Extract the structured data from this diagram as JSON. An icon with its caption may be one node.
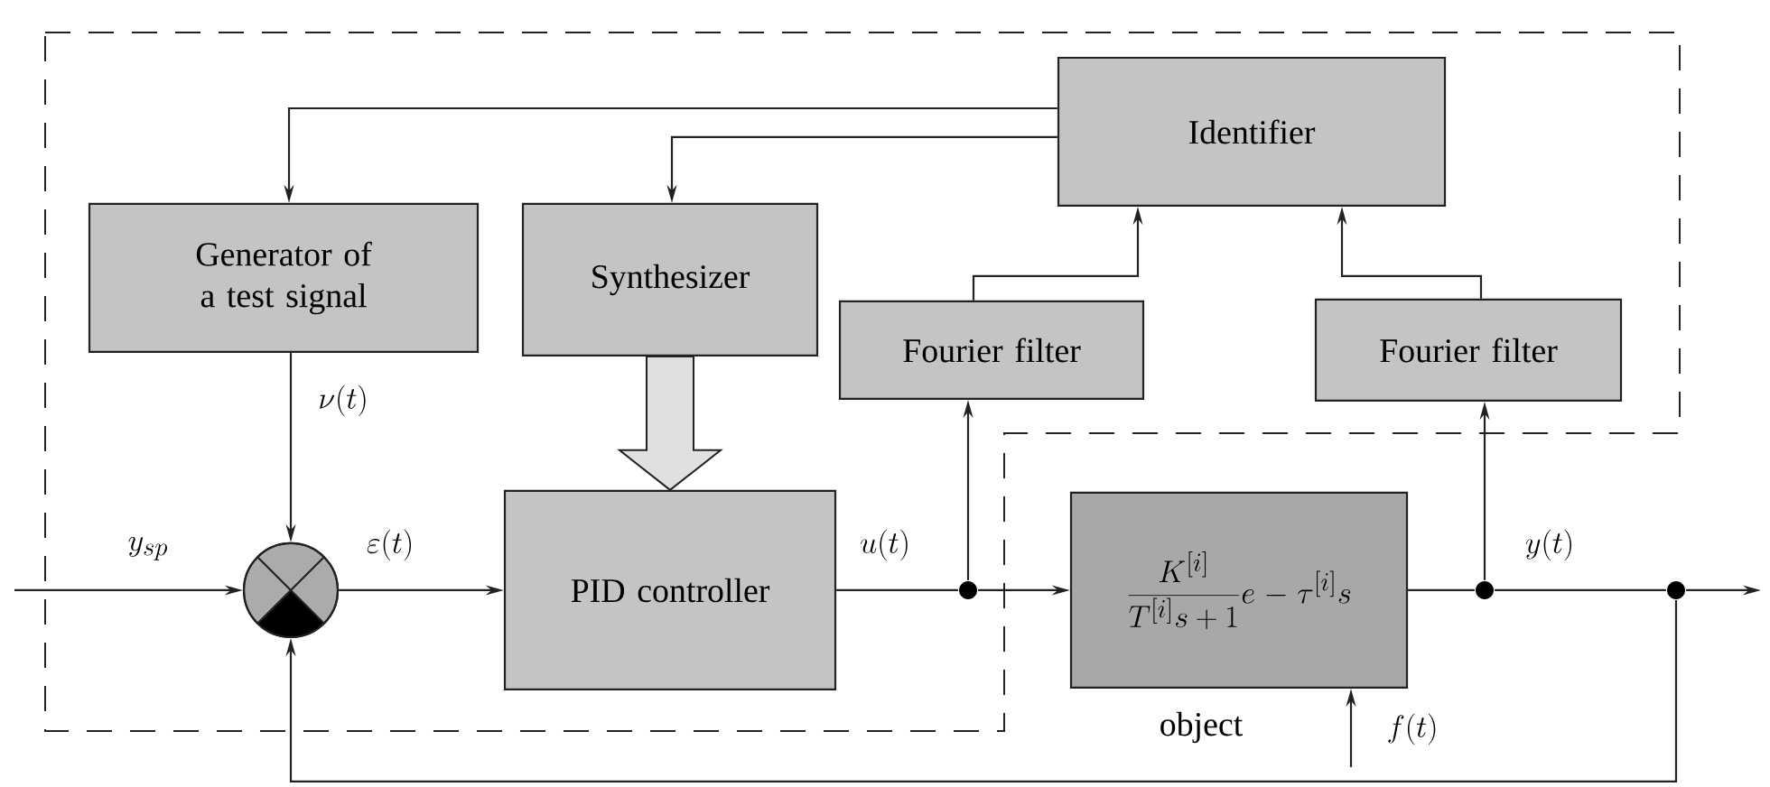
{
  "diagram": {
    "nodes": [
      {
        "text": [
          "Identifier"
        ]
      },
      {
        "text": [
          "Generator of a test signal"
        ]
      },
      {
        "text": [
          "Synthesizer"
        ]
      },
      {
        "text": [
          "Fourier filter"
        ]
      },
      {
        "text": [
          "Fourier filter"
        ]
      },
      {
        "text": [],
        "shape": "circle"
      },
      {
        "text": [
          "PID controller"
        ]
      },
      {
        "text": [
          "\\frac{K^{[i]}}{T^{[i]}s+1}e-\\tau^{[i]}s"
        ],
        "beside": [
          "object"
        ]
      },
      {
        "text": [],
        "shape": "circle"
      },
      {
        "text": [],
        "shape": "circle"
      },
      {
        "text": [],
        "shape": "circle"
      }
    ],
    "edges": [
      {
        "from": null,
        "to": 5,
        "arrow": "to",
        "label": "y_{sp}"
      },
      {
        "from": 1,
        "to": 5,
        "arrow": "to",
        "label": "\\nu(t)"
      },
      {
        "from": 5,
        "to": 6,
        "arrow": "to",
        "label": "\\varepsilon(t)"
      },
      {
        "from": 2,
        "to": 6,
        "arrow": "to",
        "style": "thick"
      },
      {
        "from": 6,
        "to": 8,
        "arrow": "none",
        "label": "u(t)"
      },
      {
        "from": 8,
        "to": 7,
        "arrow": "to"
      },
      {
        "from": 8,
        "to": 3,
        "arrow": "to"
      },
      {
        "from": 7,
        "to": 9,
        "arrow": "none"
      },
      {
        "from": 9,
        "to": 4,
        "arrow": "to"
      },
      {
        "from": 9,
        "to": 10,
        "arrow": "none",
        "label": "y(t)"
      },
      {
        "from": 10,
        "to": null,
        "arrow": "to"
      },
      {
        "from": 10,
        "to": 5,
        "arrow": "to"
      },
      {
        "from": 3,
        "to": 0,
        "arrow": "to"
      },
      {
        "from": 4,
        "to": 0,
        "arrow": "to"
      },
      {
        "from": 0,
        "to": 1,
        "arrow": "to"
      },
      {
        "from": 0,
        "to": 2,
        "arrow": "to"
      },
      {
        "from": null,
        "to": 7,
        "arrow": "to",
        "label": "f(t)"
      }
    ]
  }
}
